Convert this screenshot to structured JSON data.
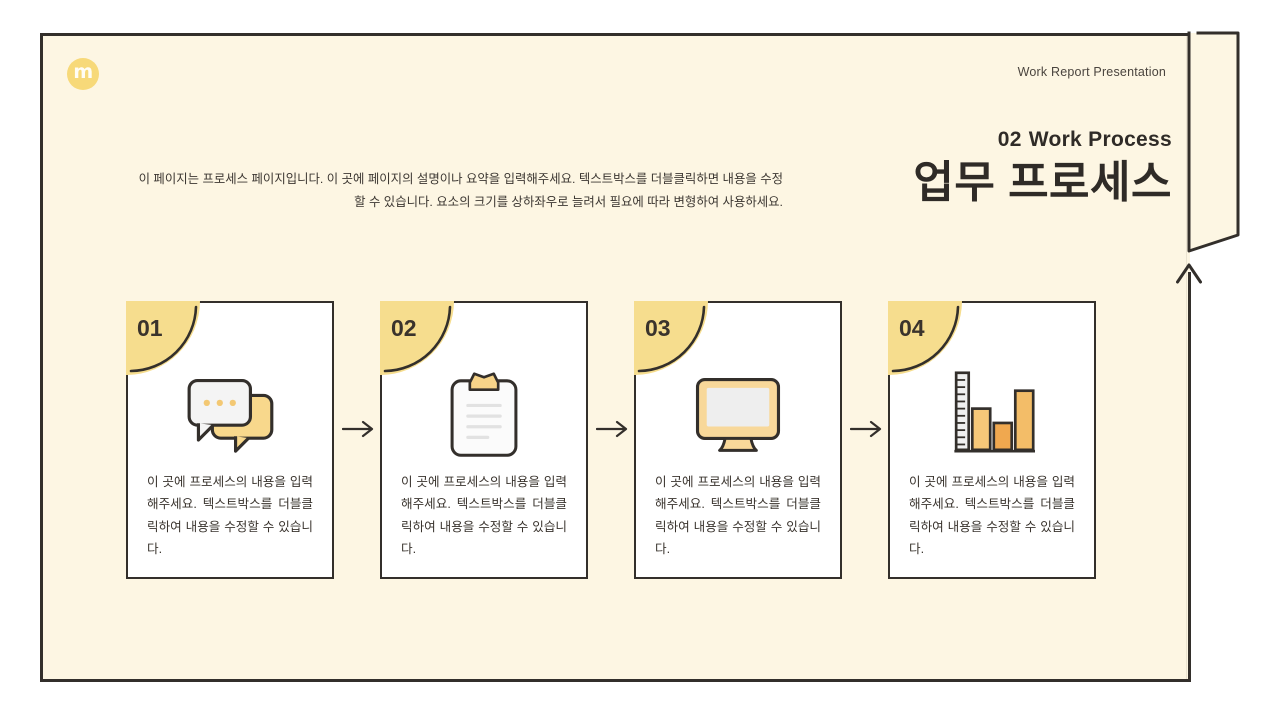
{
  "slide": {
    "logo_glyph": "m",
    "header_label": "Work Report Presentation",
    "eyebrow_number": "02",
    "eyebrow_text": "Work Process",
    "title": "업무 프로세스",
    "description": "이 페이지는 프로세스 페이지입니다. 이 곳에 페이지의 설명이나 요약을 입력해주세요. 텍스트박스를 더블클릭하면 내용을 수정할 수 있습니다. 요소의 크기를 상하좌우로 늘려서 필요에 따라 변형하여 사용하세요."
  },
  "colors": {
    "page_background": "#ffffff",
    "frame_background": "#fdf6e3",
    "outline": "#332f2b",
    "accent_yellow": "#f6dd8e",
    "accent_yellow_deep": "#f5c863",
    "logo_yellow": "#f7d979",
    "card_background": "#ffffff",
    "body_text": "#3a342e"
  },
  "cards": [
    {
      "number": "01",
      "icon": "speech-bubbles-icon",
      "text": "이 곳에 프로세스의 내용을 입력해주세요. 텍스트박스를 더블클릭하여 내용을 수정할 수 있습니다."
    },
    {
      "number": "02",
      "icon": "clipboard-icon",
      "text": "이 곳에 프로세스의 내용을 입력해주세요. 텍스트박스를 더블클릭하여 내용을 수정할 수 있습니다."
    },
    {
      "number": "03",
      "icon": "monitor-icon",
      "text": "이 곳에 프로세스의 내용을 입력해주세요. 텍스트박스를 더블클릭하여 내용을 수정할 수 있습니다."
    },
    {
      "number": "04",
      "icon": "bar-chart-icon",
      "text": "이 곳에 프로세스의 내용을 입력해주세요. 텍스트박스를 더블클릭하여 내용을 수정할 수 있습니다."
    }
  ]
}
